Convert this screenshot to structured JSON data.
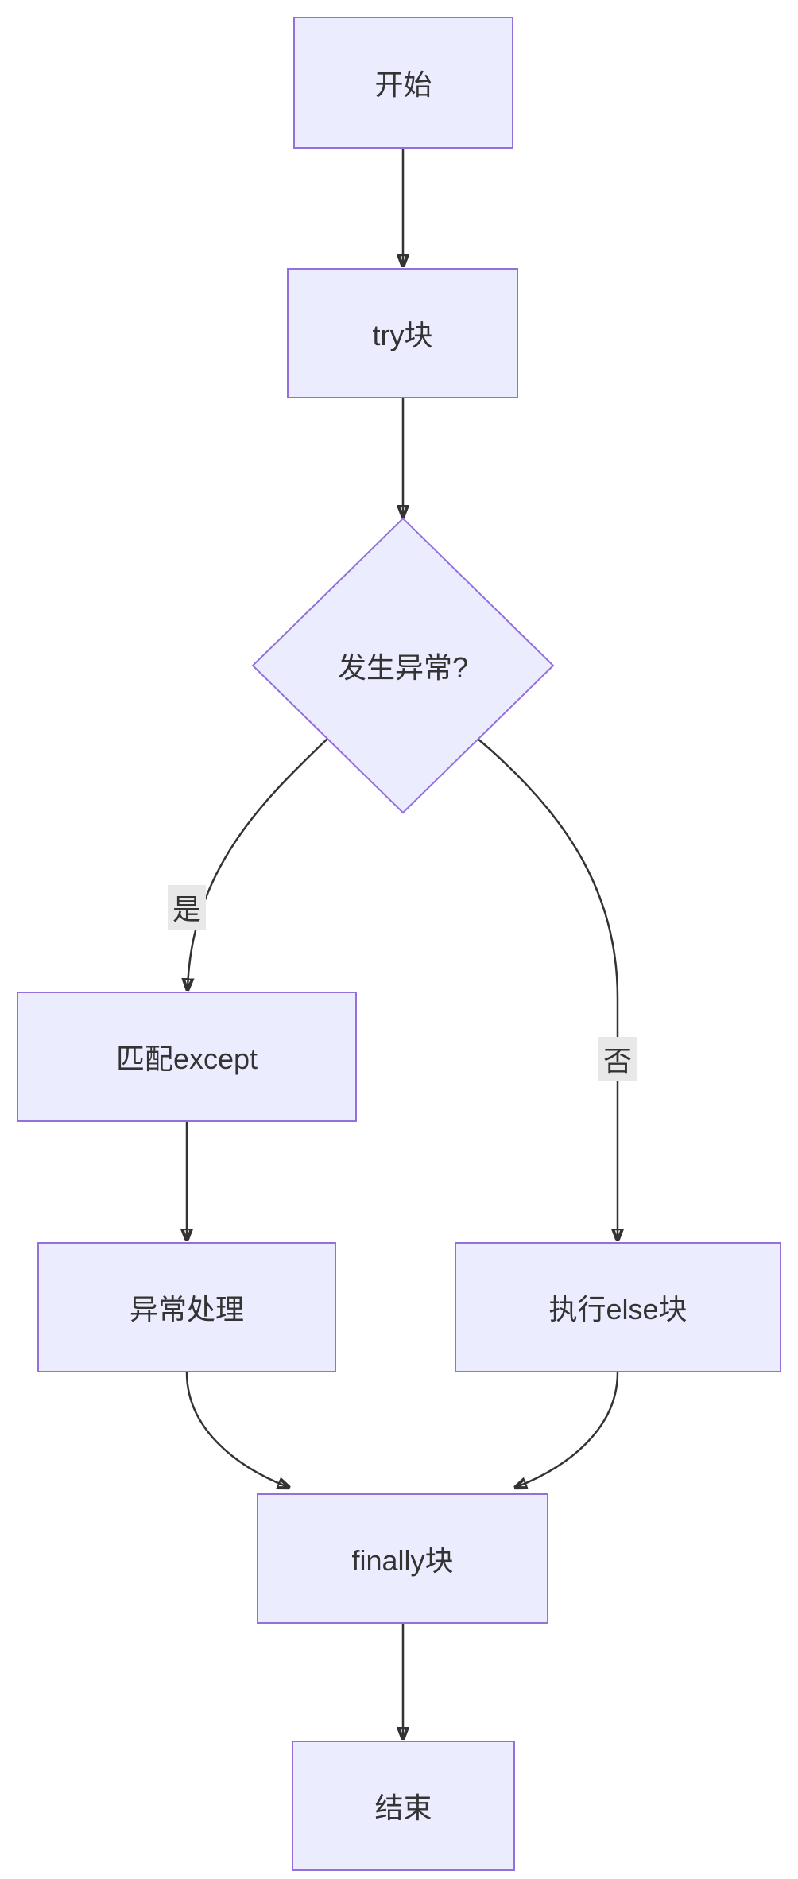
{
  "diagram": {
    "type": "flowchart",
    "direction": "top-down",
    "colors": {
      "node_fill": "#ECECFF",
      "node_border": "#9370DB",
      "edge_stroke": "#333333",
      "node_text": "#333333",
      "edge_label_bg": "#e8e8e8",
      "canvas_bg": "#ffffff"
    },
    "nodes": [
      {
        "id": "start",
        "shape": "rectangle",
        "label": "开始"
      },
      {
        "id": "try-block",
        "shape": "rectangle",
        "label": "try块"
      },
      {
        "id": "exception-decision",
        "shape": "diamond",
        "label": "发生异常?"
      },
      {
        "id": "match-except",
        "shape": "rectangle",
        "label": "匹配except"
      },
      {
        "id": "exception-handling",
        "shape": "rectangle",
        "label": "异常处理"
      },
      {
        "id": "else-block",
        "shape": "rectangle",
        "label": "执行else块"
      },
      {
        "id": "finally-block",
        "shape": "rectangle",
        "label": "finally块"
      },
      {
        "id": "end",
        "shape": "rectangle",
        "label": "结束"
      }
    ],
    "edges": [
      {
        "from": "start",
        "to": "try-block",
        "label": ""
      },
      {
        "from": "try-block",
        "to": "exception-decision",
        "label": ""
      },
      {
        "from": "exception-decision",
        "to": "match-except",
        "label": "是"
      },
      {
        "from": "exception-decision",
        "to": "else-block",
        "label": "否"
      },
      {
        "from": "match-except",
        "to": "exception-handling",
        "label": ""
      },
      {
        "from": "exception-handling",
        "to": "finally-block",
        "label": ""
      },
      {
        "from": "else-block",
        "to": "finally-block",
        "label": ""
      },
      {
        "from": "finally-block",
        "to": "end",
        "label": ""
      }
    ]
  }
}
